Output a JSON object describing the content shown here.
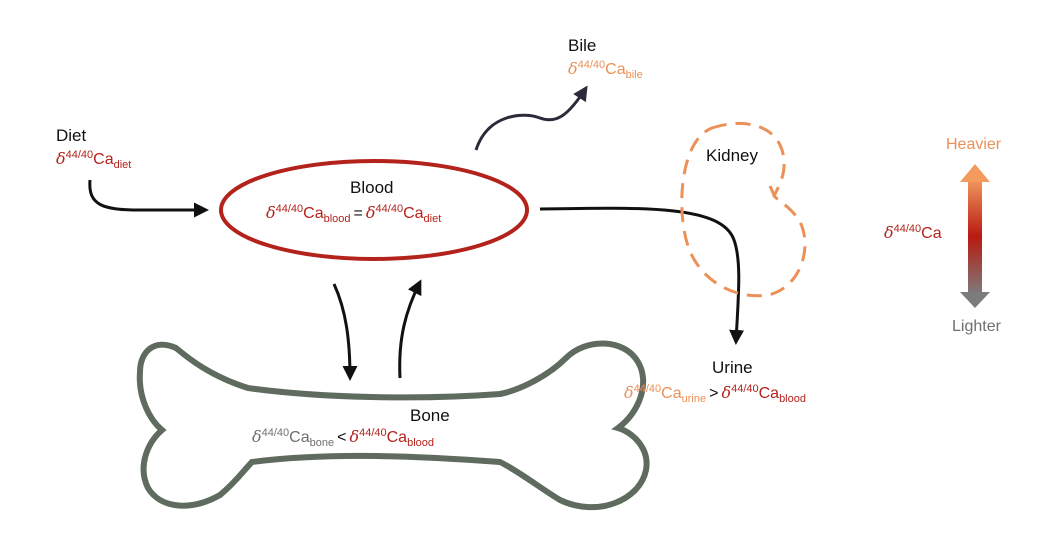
{
  "nodes": {
    "diet": {
      "name": "Diet",
      "sub": "diet"
    },
    "bile": {
      "name": "Bile",
      "sub": "bile"
    },
    "blood": {
      "name": "Blood",
      "sub_left": "blood",
      "operator": "=",
      "sub_right": "diet"
    },
    "kidney": {
      "name": "Kidney"
    },
    "urine": {
      "name": "Urine",
      "sub_left": "urine",
      "operator": ">",
      "sub_right": "blood"
    },
    "bone": {
      "name": "Bone",
      "sub_left": "bone",
      "operator": "<",
      "sub_right": "blood"
    }
  },
  "notation": {
    "delta": "δ",
    "iso": "44/40",
    "element": "Ca"
  },
  "scale": {
    "label_top": "Heavier",
    "label_bottom": "Lighter",
    "symbol_sub": ""
  },
  "colors": {
    "red": "#b3231c",
    "orange": "#eb9057",
    "gray": "#6f6f6f",
    "bone": "#5f6b5f",
    "arrow": "#111111",
    "bile_arrow": "#2b2b3a"
  }
}
